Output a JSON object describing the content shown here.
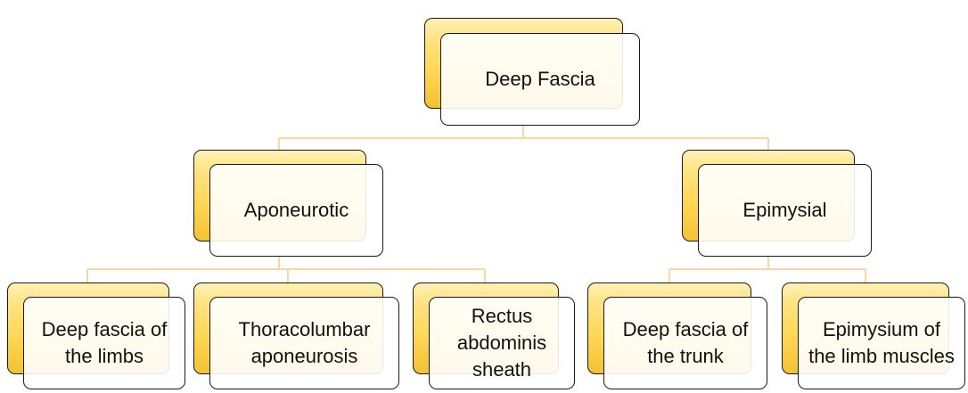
{
  "diagram": {
    "root": {
      "label": "Deep Fascia"
    },
    "branches": [
      {
        "label": "Aponeurotic",
        "children": [
          {
            "label": "Deep fascia of the limbs"
          },
          {
            "label": "Thoracolumbar aponeurosis"
          },
          {
            "label": "Rectus abdominis sheath"
          }
        ]
      },
      {
        "label": "Epimysial",
        "children": [
          {
            "label": "Deep fascia of the trunk"
          },
          {
            "label": "Epimysium of the limb muscles"
          }
        ]
      }
    ]
  },
  "colors": {
    "box_gold": "#ffd85a",
    "box_front": "#ffffff",
    "border": "#1a1a1a",
    "connector": "#fad7a0"
  }
}
